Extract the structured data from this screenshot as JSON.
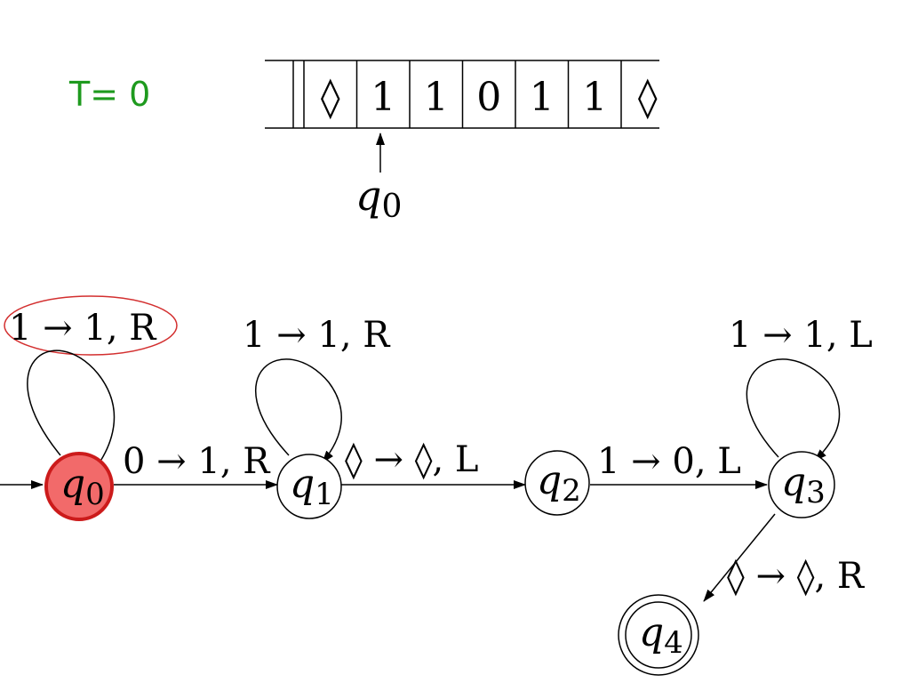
{
  "time_label": "T= 0",
  "colors": {
    "time_label": "#1e9a1e",
    "active_fill": "#f26a6a",
    "active_stroke": "#cc1b1b",
    "ink": "#000000"
  },
  "tape": {
    "cells": [
      "◊",
      "1",
      "1",
      "0",
      "1",
      "1",
      "◊"
    ],
    "head_state": "q0",
    "head_index": 1
  },
  "states": [
    {
      "id": "q0",
      "sub": "0",
      "active": true,
      "accepting": false,
      "initial": true
    },
    {
      "id": "q1",
      "sub": "1",
      "active": false,
      "accepting": false,
      "initial": false
    },
    {
      "id": "q2",
      "sub": "2",
      "active": false,
      "accepting": false,
      "initial": false
    },
    {
      "id": "q3",
      "sub": "3",
      "active": false,
      "accepting": false,
      "initial": false
    },
    {
      "id": "q4",
      "sub": "4",
      "active": false,
      "accepting": true,
      "initial": false
    }
  ],
  "transitions": [
    {
      "from": "q0",
      "to": "q0",
      "label": "1 → 1, R",
      "highlighted": true
    },
    {
      "from": "q1",
      "to": "q1",
      "label": "1 → 1, R",
      "highlighted": false
    },
    {
      "from": "q3",
      "to": "q3",
      "label": "1 → 1, L",
      "highlighted": false
    },
    {
      "from": "q0",
      "to": "q1",
      "label": "0 → 1, R",
      "highlighted": false
    },
    {
      "from": "q1",
      "to": "q2",
      "label": "◊ → ◊, L",
      "highlighted": false
    },
    {
      "from": "q2",
      "to": "q3",
      "label": "1 → 0, L",
      "highlighted": false
    },
    {
      "from": "q3",
      "to": "q4",
      "label": "◊ → ◊, R",
      "highlighted": false
    }
  ]
}
